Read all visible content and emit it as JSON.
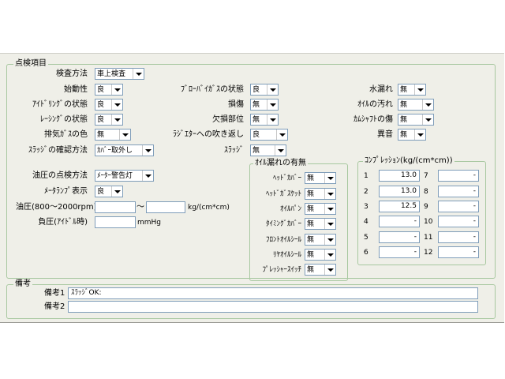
{
  "inspection": {
    "title": "点検項目",
    "method_label": "検査方法",
    "method_value": "車上検査",
    "starting_label": "始動性",
    "starting_value": "良",
    "idling_label": "ｱｲﾄﾞﾘﾝｸﾞの状態",
    "idling_value": "良",
    "racing_label": "ﾚｰｼﾝｸﾞの状態",
    "racing_value": "良",
    "exhaust_label": "排気ｶﾞｽの色",
    "exhaust_value": "無",
    "sludge_method_label": "ｽﾗｯｼﾞの確認方法",
    "sludge_method_value": "ｶﾊﾞｰ取外し",
    "blowby_label": "ﾌﾞﾛｰﾊﾞｲｶﾞｽの状態",
    "blowby_value": "良",
    "damage_label": "損傷",
    "damage_value": "無",
    "missing_label": "欠損部位",
    "missing_value": "無",
    "radiator_label": "ﾗｼﾞｴﾀｰへの吹き返し",
    "radiator_value": "良",
    "sludge_label": "ｽﾗｯｼﾞ",
    "sludge_value": "無",
    "water_leak_label": "水漏れ",
    "water_leak_value": "無",
    "oil_dirt_label": "ｵｲﾙの汚れ",
    "oil_dirt_value": "無",
    "cam_label": "ｶﾑｼｬﾌﾄの傷",
    "cam_value": "無",
    "noise_label": "異音",
    "noise_value": "無",
    "oil_pressure_method_label": "油圧の点検方法",
    "oil_pressure_method_value": "ﾒｰﾀｰ警告灯",
    "meter_lamp_label": "ﾒｰﾀﾗﾝﾌﾟ表示",
    "meter_lamp_value": "良",
    "oil_pressure_label": "油圧(800～2000rpm)",
    "oil_pressure_value": "",
    "tilde": "～",
    "oil_pressure_value2": "",
    "oil_pressure_unit": "kg/(cm*cm)",
    "neg_pressure_label": "負圧(ｱｲﾄﾞﾙ時)",
    "neg_pressure_value": "",
    "neg_pressure_unit": "mmHg"
  },
  "oil_leak": {
    "title": "ｵｲﾙ漏れの有無",
    "items": [
      {
        "label": "ﾍｯﾄﾞｶﾊﾞｰ",
        "value": "無"
      },
      {
        "label": "ﾍｯﾄﾞｶﾞｽｹｯﾄ",
        "value": "無"
      },
      {
        "label": "ｵｲﾙﾊﾟﾝ",
        "value": "無"
      },
      {
        "label": "ﾀｲﾐﾝｸﾞｶﾊﾞｰ",
        "value": "無"
      },
      {
        "label": "ﾌﾛﾝﾄｵｲﾙｼｰﾙ",
        "value": "無"
      },
      {
        "label": "ﾘﾔｵｲﾙｼｰﾙ",
        "value": "無"
      },
      {
        "label": "ﾌﾟﾚｯｼｬｰｽｲｯﾁ",
        "value": "無"
      }
    ]
  },
  "compression": {
    "title": "ｺﾝﾌﾟﾚｯｼｮﾝ(kg/(cm*cm))",
    "left": [
      {
        "no": "1",
        "value": "13.0"
      },
      {
        "no": "2",
        "value": "13.0"
      },
      {
        "no": "3",
        "value": "12.5"
      },
      {
        "no": "4",
        "value": "-"
      },
      {
        "no": "5",
        "value": "-"
      },
      {
        "no": "6",
        "value": "-"
      }
    ],
    "right": [
      {
        "no": "7",
        "value": "-"
      },
      {
        "no": "8",
        "value": "-"
      },
      {
        "no": "9",
        "value": "-"
      },
      {
        "no": "10",
        "value": "-"
      },
      {
        "no": "11",
        "value": "-"
      },
      {
        "no": "12",
        "value": "-"
      }
    ]
  },
  "remarks": {
    "title": "備考",
    "remark1_label": "備考1",
    "remark1_value": "ｽﾗｯｼﾞOK:",
    "remark2_label": "備考2",
    "remark2_value": ""
  }
}
